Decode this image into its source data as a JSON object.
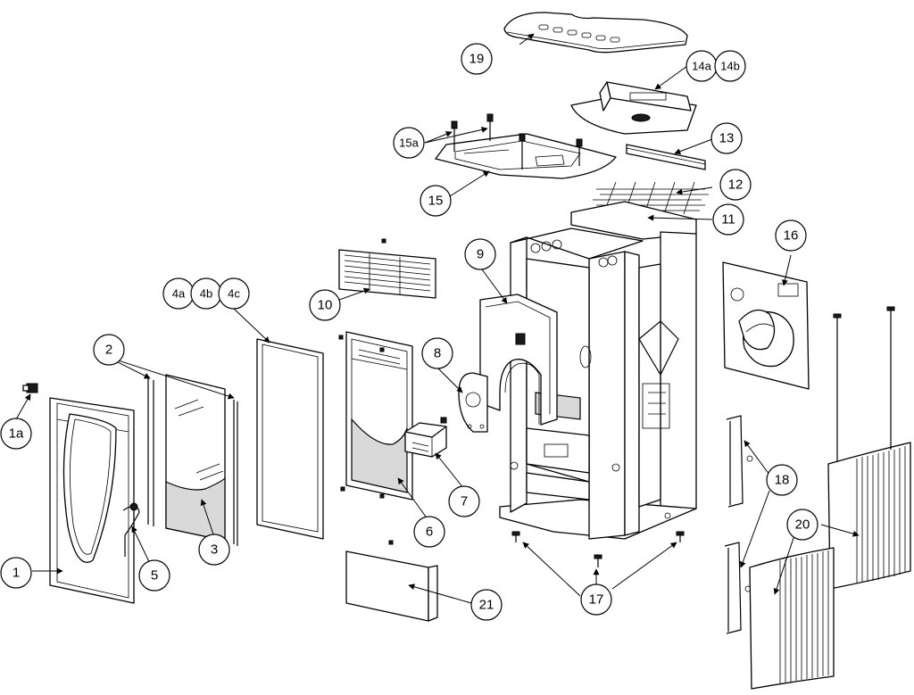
{
  "diagram": {
    "callouts": {
      "c1": "1",
      "c1a": "1a",
      "c2": "2",
      "c3": "3",
      "c4a": "4a",
      "c4b": "4b",
      "c4c": "4c",
      "c5": "5",
      "c6": "6",
      "c7": "7",
      "c8": "8",
      "c9": "9",
      "c10": "10",
      "c11": "11",
      "c12": "12",
      "c13": "13",
      "c14a": "14a",
      "c14b": "14b",
      "c15": "15",
      "c15a": "15a",
      "c16": "16",
      "c17": "17",
      "c18": "18",
      "c19": "19",
      "c20": "20",
      "c21": "21"
    }
  }
}
